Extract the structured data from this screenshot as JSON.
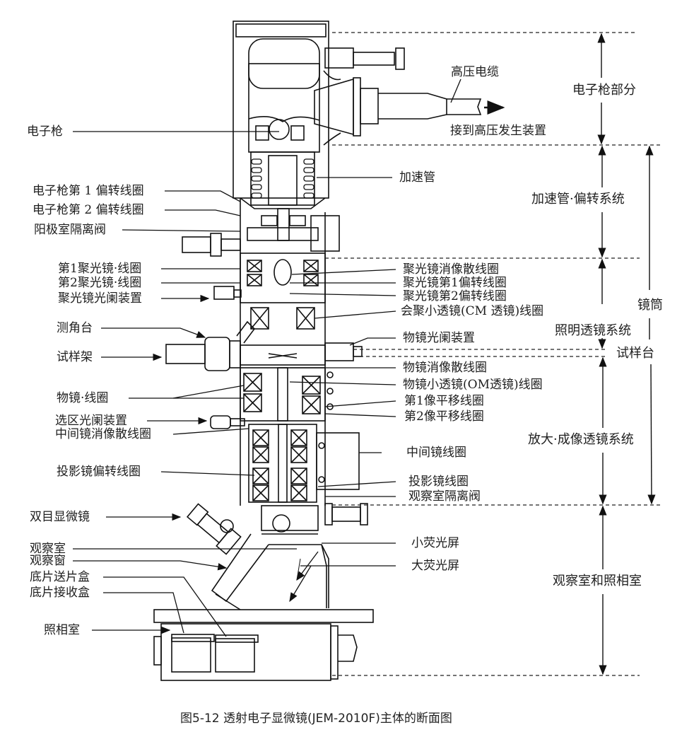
{
  "figure": {
    "caption": "图5-12 透射电子显微镜(JEM-2010F)主体的断面图"
  },
  "left_labels": [
    "电子枪",
    "电子枪第 1 偏转线圈",
    "电子枪第 2 偏转线圈",
    "阳极室隔离阀",
    "第1聚光镜·线圈",
    "第2聚光镜·线圈",
    "聚光镜光阑装置",
    "测角台",
    "试样架",
    "物镜·线圈",
    "选区光阑装置",
    "中间镜消像散线圈",
    "投影镜偏转线圈",
    "双目显微镜",
    "观察室",
    "观察窗",
    "底片送片盒",
    "底片接收盒",
    "照相室"
  ],
  "right_labels": [
    "高压电缆",
    "接到高压发生装置",
    "加速管",
    "聚光镜消像散线圈",
    "聚光镜第1偏转线圈",
    "聚光镜第2偏转线圈",
    "会聚小透镜(CM 透镜)线圈",
    "物镜光阑装置",
    "物镜消像散线圈",
    "物镜小透镜(OM透镜)线圈",
    "第1像平移线圈",
    "第2像平移线圈",
    "中间镜线圈",
    "投影镜线圈",
    "观察室隔离阀",
    "小荧光屏",
    "大荧光屏"
  ],
  "sections": [
    "电子枪部分",
    "加速管·偏转系统",
    "照明透镜系统",
    "试样台",
    "放大·成像透镜系统",
    "观察室和照相室",
    "镜筒"
  ]
}
